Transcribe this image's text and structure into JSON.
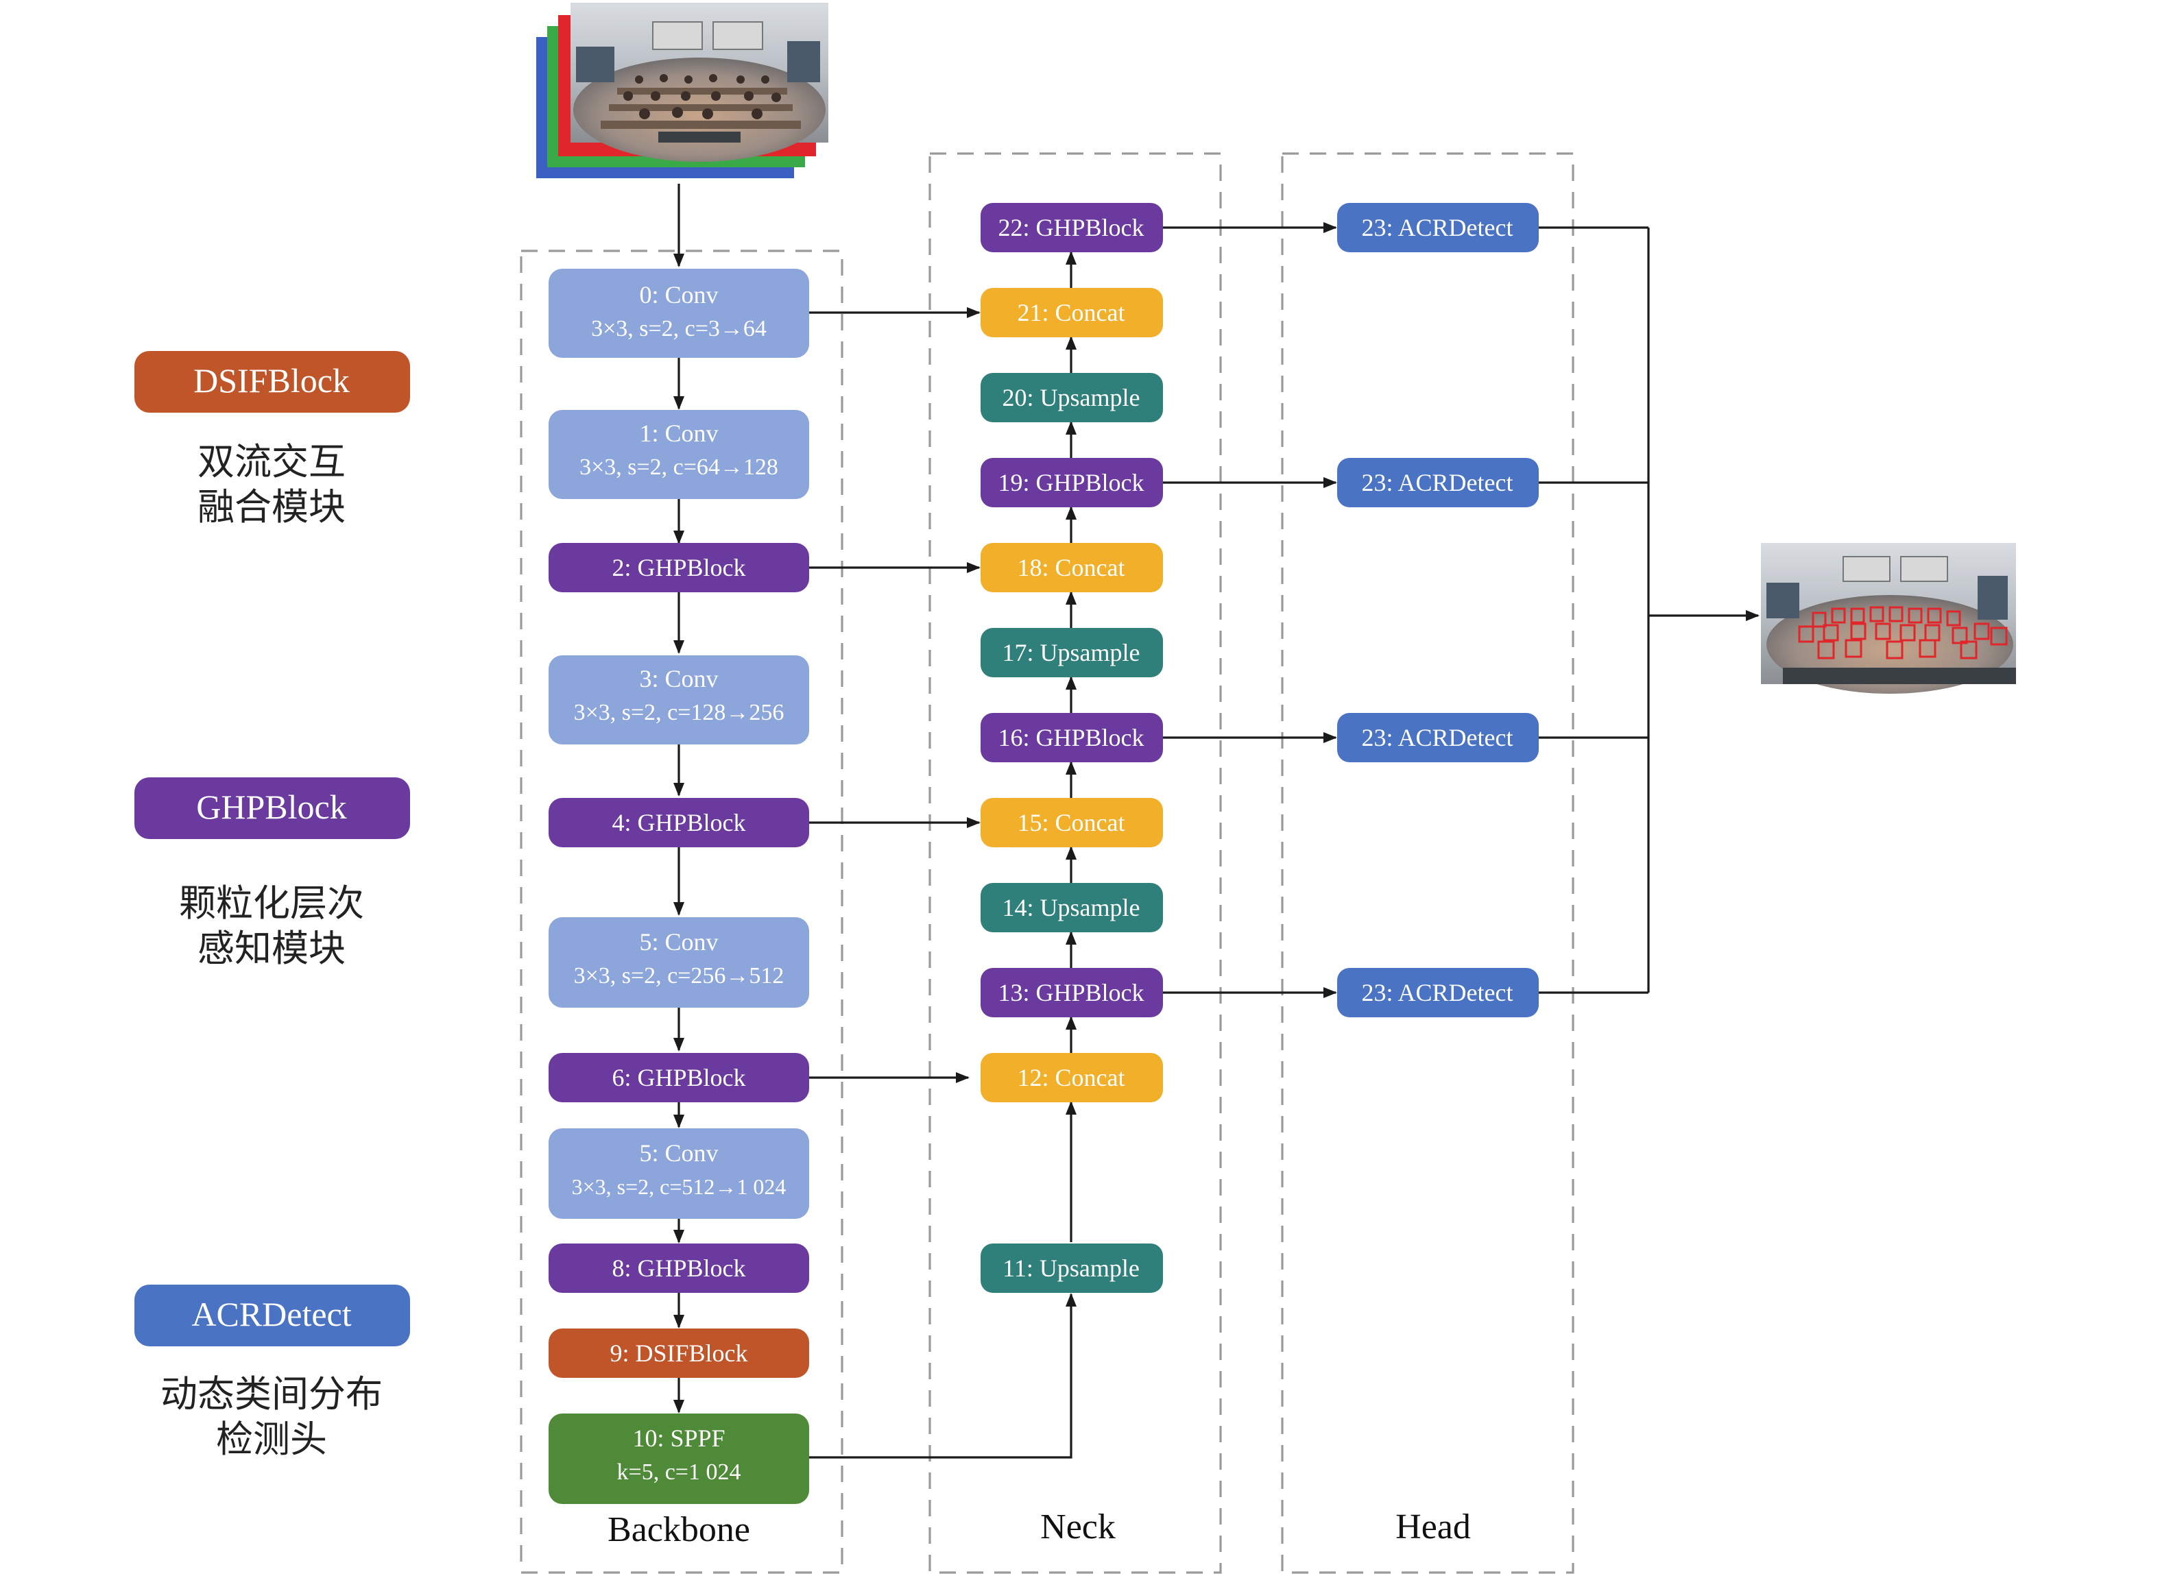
{
  "legend": [
    {
      "id": "dsif",
      "label": "DSIFBlock",
      "desc1": "双流交互",
      "desc2": "融合模块",
      "color": "#C0552A"
    },
    {
      "id": "ghp",
      "label": "GHPBlock",
      "desc1": "颗粒化层次",
      "desc2": "感知模块",
      "color": "#6A3A9E"
    },
    {
      "id": "acr",
      "label": "ACRDetect",
      "desc1": "动态类间分布",
      "desc2": "检测头",
      "color": "#4A73C4"
    }
  ],
  "sections": {
    "backbone": "Backbone",
    "neck": "Neck",
    "head": "Head"
  },
  "colors": {
    "conv": "#8CA5DA",
    "ghp": "#6A3A9E",
    "dsif": "#C0552A",
    "sppf": "#4F8A38",
    "concat": "#F2B02A",
    "upsample": "#2F7F7A",
    "acr": "#4A73C4",
    "channel_red": "#E0262B",
    "channel_green": "#3AAA48",
    "channel_blue": "#3C5FC2"
  },
  "backbone": [
    {
      "id": "b0",
      "line1": "0: Conv",
      "line2": "3×3, s=2, c=3→64",
      "type": "conv"
    },
    {
      "id": "b1",
      "line1": "1: Conv",
      "line2": "3×3, s=2, c=64→128",
      "type": "conv"
    },
    {
      "id": "b2",
      "line1": "2: GHPBlock",
      "type": "ghp"
    },
    {
      "id": "b3",
      "line1": "3: Conv",
      "line2": "3×3, s=2, c=128→256",
      "type": "conv"
    },
    {
      "id": "b4",
      "line1": "4: GHPBlock",
      "type": "ghp"
    },
    {
      "id": "b5",
      "line1": "5: Conv",
      "line2": "3×3, s=2, c=256→512",
      "type": "conv"
    },
    {
      "id": "b6",
      "line1": "6: GHPBlock",
      "type": "ghp"
    },
    {
      "id": "b7",
      "line1": "5: Conv",
      "line2": "3×3, s=2, c=512→1 024",
      "type": "conv"
    },
    {
      "id": "b8",
      "line1": "8: GHPBlock",
      "type": "ghp"
    },
    {
      "id": "b9",
      "line1": "9: DSIFBlock",
      "type": "dsif"
    },
    {
      "id": "b10",
      "line1": "10: SPPF",
      "line2": "k=5, c=1 024",
      "type": "sppf"
    }
  ],
  "neck": [
    {
      "id": "n22",
      "label": "22: GHPBlock",
      "type": "ghp"
    },
    {
      "id": "n21",
      "label": "21: Concat",
      "type": "concat"
    },
    {
      "id": "n20",
      "label": "20: Upsample",
      "type": "upsample"
    },
    {
      "id": "n19",
      "label": "19: GHPBlock",
      "type": "ghp"
    },
    {
      "id": "n18",
      "label": "18: Concat",
      "type": "concat"
    },
    {
      "id": "n17",
      "label": "17: Upsample",
      "type": "upsample"
    },
    {
      "id": "n16",
      "label": "16: GHPBlock",
      "type": "ghp"
    },
    {
      "id": "n15",
      "label": "15: Concat",
      "type": "concat"
    },
    {
      "id": "n14",
      "label": "14: Upsample",
      "type": "upsample"
    },
    {
      "id": "n13",
      "label": "13: GHPBlock",
      "type": "ghp"
    },
    {
      "id": "n12",
      "label": "12: Concat",
      "type": "concat"
    },
    {
      "id": "n11",
      "label": "11: Upsample",
      "type": "upsample"
    }
  ],
  "head": [
    {
      "id": "h1",
      "label": "23: ACRDetect"
    },
    {
      "id": "h2",
      "label": "23: ACRDetect"
    },
    {
      "id": "h3",
      "label": "23: ACRDetect"
    },
    {
      "id": "h4",
      "label": "23: ACRDetect"
    }
  ]
}
